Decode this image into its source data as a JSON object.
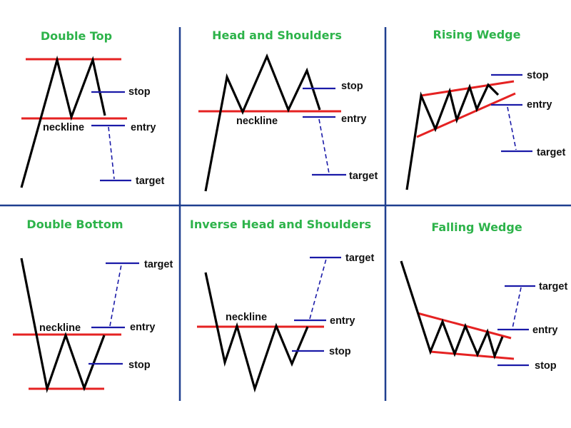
{
  "colors": {
    "title": "#2db34a",
    "price": "#000000",
    "boundary": "#e52222",
    "level": "#1a1aa8",
    "divider": "#1f3f8f",
    "label": "#111111"
  },
  "labels": {
    "stop": "stop",
    "entry": "entry",
    "target": "target",
    "neckline": "neckline"
  },
  "panels": [
    {
      "id": "double-top",
      "title": "Double Top"
    },
    {
      "id": "head-and-shoulders",
      "title": "Head and Shoulders"
    },
    {
      "id": "rising-wedge",
      "title": "Rising Wedge"
    },
    {
      "id": "double-bottom",
      "title": "Double Bottom"
    },
    {
      "id": "inverse-head-and-shoulders",
      "title": "Inverse Head and Shoulders"
    },
    {
      "id": "falling-wedge",
      "title": "Falling Wedge"
    }
  ]
}
